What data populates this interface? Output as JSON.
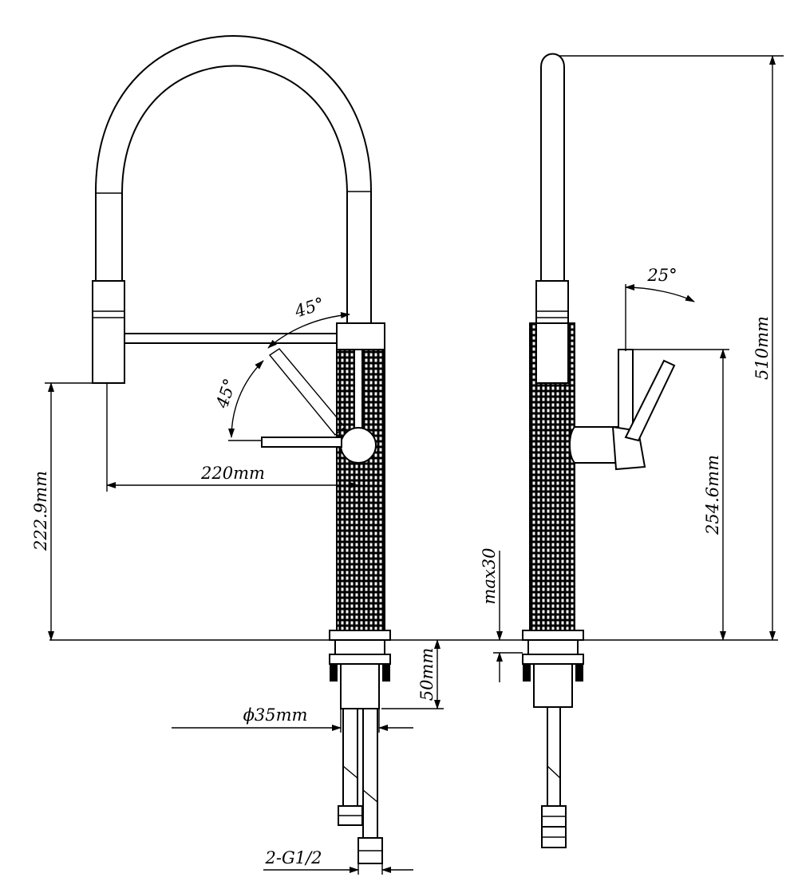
{
  "dimensions": {
    "total_height": "510mm",
    "lever_height": "254.6mm",
    "spout_height": "222.9mm",
    "spout_reach": "220mm",
    "thread": "2-G1/2",
    "diameter": "ϕ35mm",
    "shank_length": "50mm",
    "max_thickness": "max30"
  },
  "angles": {
    "handle_front_top": "45°",
    "handle_front_side": "45°",
    "handle_side": "25°"
  }
}
